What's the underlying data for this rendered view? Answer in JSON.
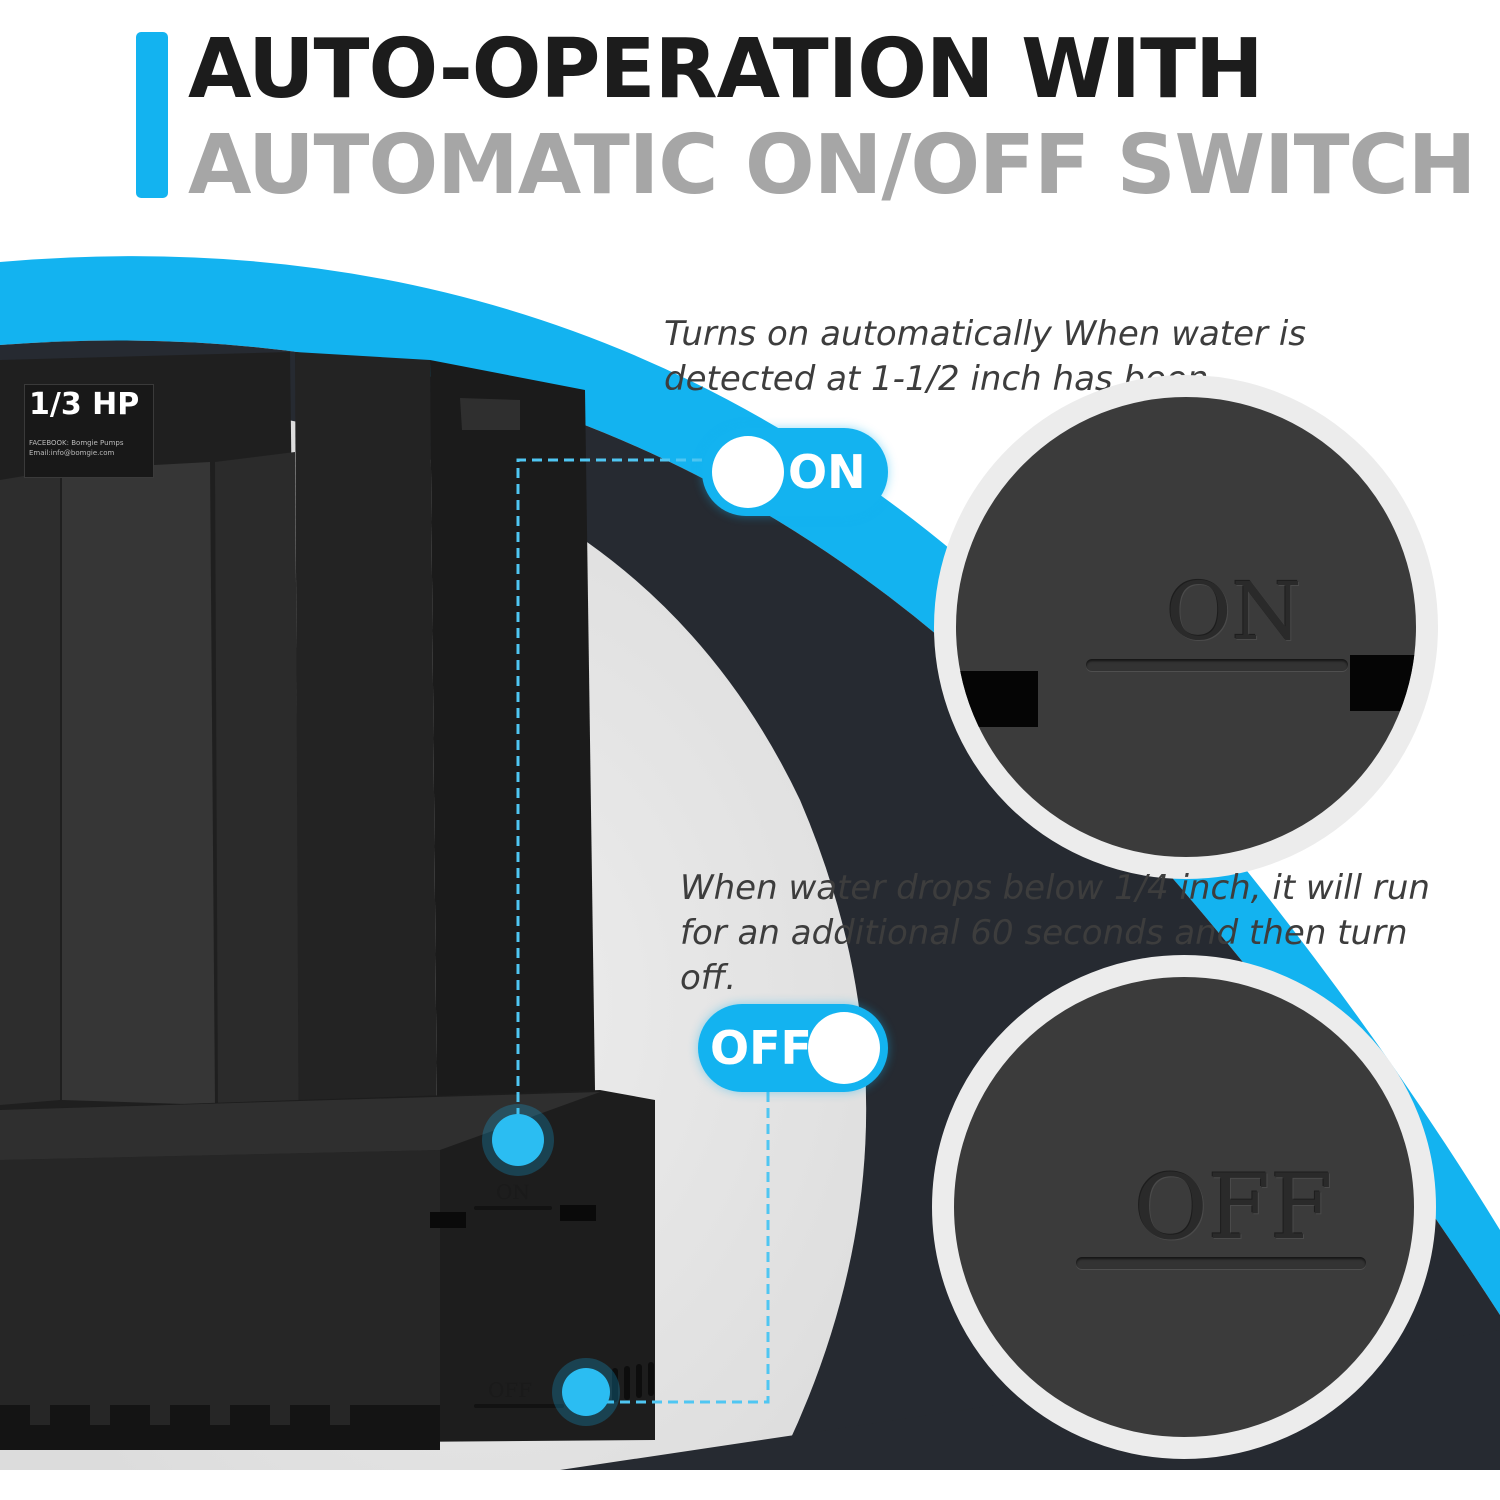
{
  "header": {
    "title_line1": "AUTO-OPERATION WITH",
    "title_line2": "AUTOMATIC ON/OFF SWITCH"
  },
  "product_label": {
    "rating": "1/3 HP",
    "small_line1": "FACEBOOK: Bomgie Pumps",
    "small_line2": "Email:info@bomgie.com"
  },
  "on_section": {
    "caption": "Turns on automatically When water is detected at 1-1/2 inch has been",
    "toggle_label": "ON",
    "closeup_text": "ON",
    "pump_marking": "ON"
  },
  "off_section": {
    "caption": "When water drops below 1/4 inch, it will run for an additional 60 seconds and then turn off.",
    "toggle_label": "OFF",
    "closeup_text": "OFF",
    "pump_marking": "OFF"
  },
  "colors": {
    "accent_blue": "#13b3f0",
    "title_dark": "#1c1c1c",
    "title_gray": "#a6a6a6",
    "dark_band": "#262a31",
    "pump_black": "#222222"
  }
}
